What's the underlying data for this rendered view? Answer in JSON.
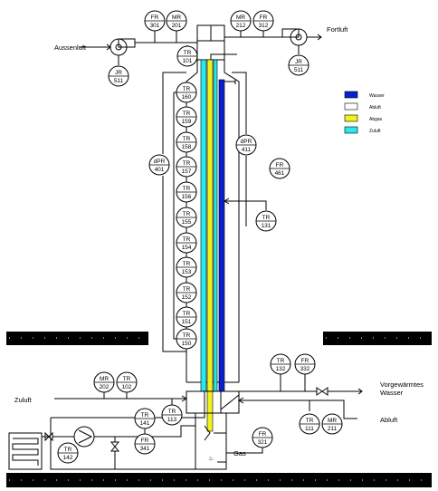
{
  "labels": {
    "aussenluft": "Aussenluft",
    "fortluft": "Fortluft",
    "zuluft": "Zuluft",
    "abluft": "Abluft",
    "gas": "Gas",
    "vorgewaermt_line1": "Vorgewärmtes",
    "vorgewaermt_line2": "Wasser"
  },
  "legend": [
    {
      "label": "Wasser",
      "color": "#0b1fd1"
    },
    {
      "label": "Abluft",
      "color": "#ffffff"
    },
    {
      "label": "Abgas",
      "color": "#f2f21d"
    },
    {
      "label": "Zuluft",
      "color": "#27e9ee"
    }
  ],
  "colors": {
    "wasser": "#0b1fd1",
    "abgas": "#f2f21d",
    "zuluft": "#27e9ee",
    "floor": "#000000"
  },
  "instruments": [
    {
      "id": "fr301",
      "tag": "FR",
      "num": "301"
    },
    {
      "id": "mr201",
      "tag": "MR",
      "num": "201"
    },
    {
      "id": "mr212",
      "tag": "MR",
      "num": "212"
    },
    {
      "id": "fr312",
      "tag": "FR",
      "num": "312"
    },
    {
      "id": "jr511a",
      "tag": "JR",
      "num": "511"
    },
    {
      "id": "jr511b",
      "tag": "JR",
      "num": "511"
    },
    {
      "id": "tr101",
      "tag": "TR",
      "num": "101"
    },
    {
      "id": "tr160",
      "tag": "TR",
      "num": "160"
    },
    {
      "id": "tr159",
      "tag": "TR",
      "num": "159"
    },
    {
      "id": "tr158",
      "tag": "TR",
      "num": "158"
    },
    {
      "id": "tr157",
      "tag": "TR",
      "num": "157"
    },
    {
      "id": "tr156",
      "tag": "TR",
      "num": "156"
    },
    {
      "id": "tr155",
      "tag": "TR",
      "num": "155"
    },
    {
      "id": "tr154",
      "tag": "TR",
      "num": "154"
    },
    {
      "id": "tr153",
      "tag": "TR",
      "num": "153"
    },
    {
      "id": "tr152",
      "tag": "TR",
      "num": "152"
    },
    {
      "id": "tr151",
      "tag": "TR",
      "num": "151"
    },
    {
      "id": "tr150",
      "tag": "TR",
      "num": "150"
    },
    {
      "id": "dpr401",
      "tag": "dPR",
      "num": "401"
    },
    {
      "id": "dpr411",
      "tag": "dPR",
      "num": "411"
    },
    {
      "id": "fr461",
      "tag": "FR",
      "num": "461"
    },
    {
      "id": "tr131",
      "tag": "TR",
      "num": "131"
    },
    {
      "id": "tr132",
      "tag": "TR",
      "num": "132"
    },
    {
      "id": "fr332",
      "tag": "FR",
      "num": "332"
    },
    {
      "id": "mr202",
      "tag": "MR",
      "num": "202"
    },
    {
      "id": "tr102",
      "tag": "TR",
      "num": "102"
    },
    {
      "id": "tr141",
      "tag": "TR",
      "num": "141"
    },
    {
      "id": "fr341",
      "tag": "FR",
      "num": "341"
    },
    {
      "id": "tr113",
      "tag": "TR",
      "num": "113"
    },
    {
      "id": "tr142",
      "tag": "TR",
      "num": "142"
    },
    {
      "id": "tr111",
      "tag": "TR",
      "num": "111"
    },
    {
      "id": "mr211",
      "tag": "MR",
      "num": "211"
    },
    {
      "id": "fr321",
      "tag": "FR",
      "num": "321"
    }
  ]
}
